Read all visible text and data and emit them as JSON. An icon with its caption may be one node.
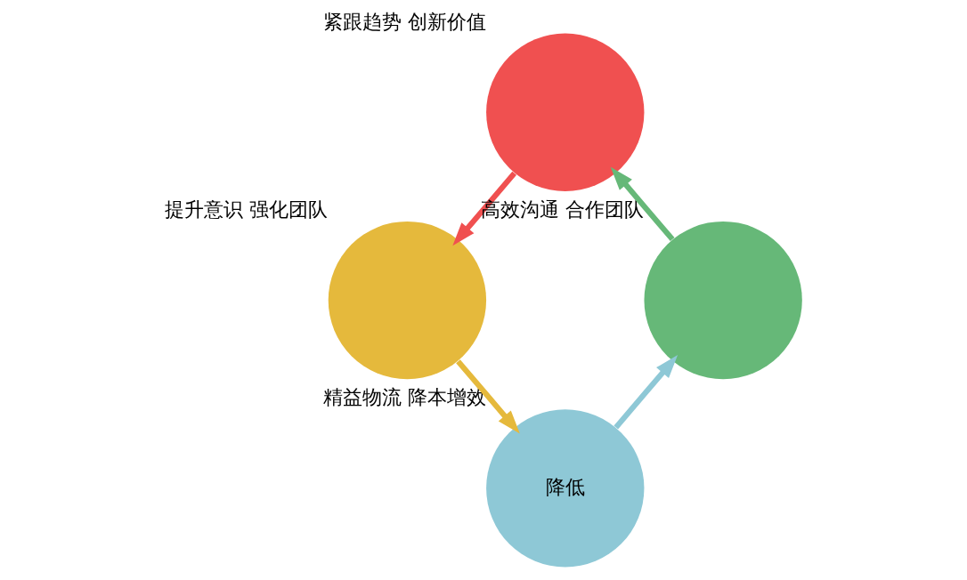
{
  "diagram": {
    "nodes": [
      {
        "text": [],
        "shape": "circle",
        "beside": [
          "紧跟趋势 创新价值"
        ]
      },
      {
        "text": [],
        "shape": "circle",
        "beside": [
          "提升意识 强化团队"
        ]
      },
      {
        "text": [
          "降低"
        ],
        "beside": [
          "精益物流 降本增效"
        ]
      },
      {
        "text": [],
        "shape": "circle",
        "beside": [
          "高效沟通 合作团队"
        ]
      }
    ],
    "edges": [
      {
        "from": 0,
        "to": 1,
        "arrow": "to",
        "color": "#f05050"
      },
      {
        "from": 1,
        "to": 2,
        "arrow": "to",
        "color": "#e5b93c"
      },
      {
        "from": 2,
        "to": 3,
        "arrow": "to",
        "color": "#8ec8d6"
      },
      {
        "from": 3,
        "to": 0,
        "arrow": "to",
        "color": "#66b878"
      }
    ]
  }
}
